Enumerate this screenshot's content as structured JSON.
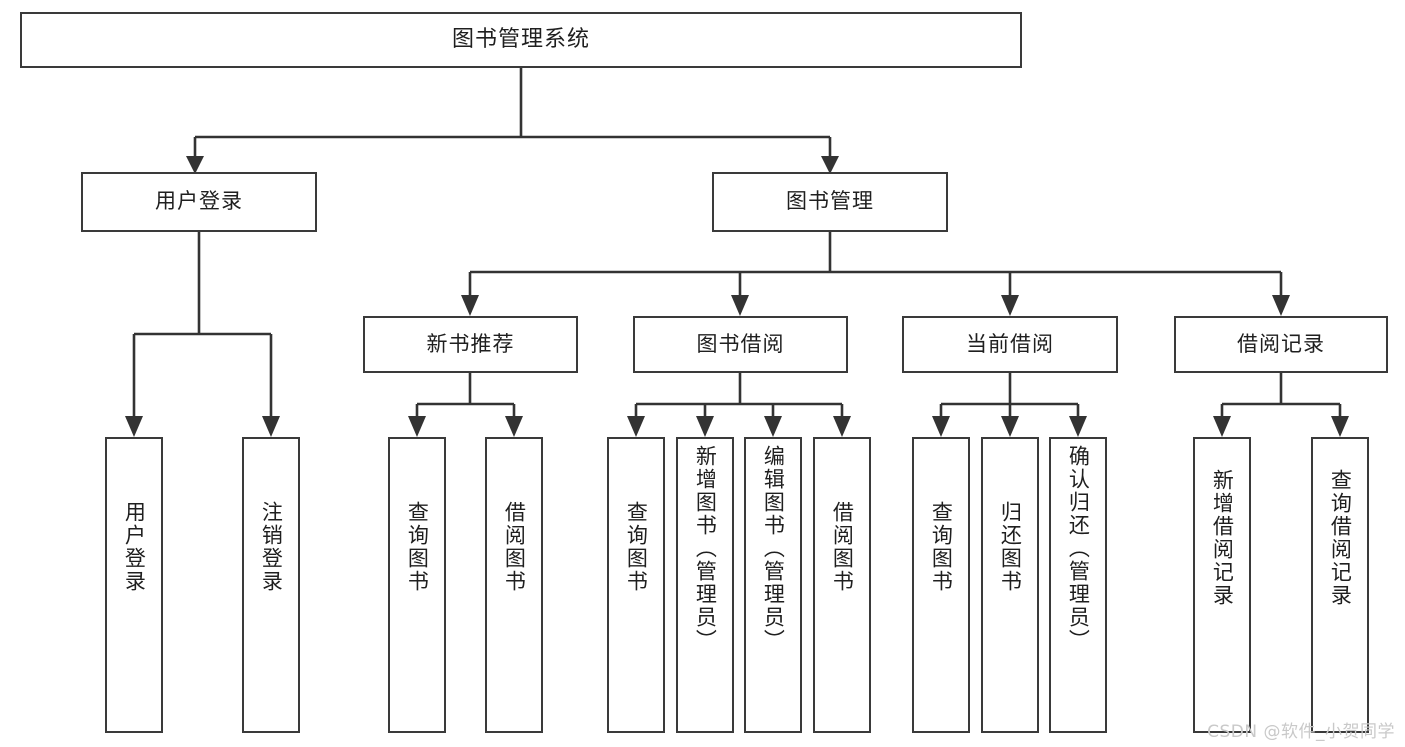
{
  "diagram": {
    "title": "图书管理系统",
    "type": "functional-structure-tree",
    "root": {
      "id": "root",
      "label": "图书管理系统"
    },
    "level1": [
      {
        "id": "user-login",
        "label": "用户登录"
      },
      {
        "id": "book-management",
        "label": "图书管理"
      }
    ],
    "level2": [
      {
        "id": "new-book-recommend",
        "label": "新书推荐",
        "parent": "book-management"
      },
      {
        "id": "book-borrow",
        "label": "图书借阅",
        "parent": "book-management"
      },
      {
        "id": "current-borrow",
        "label": "当前借阅",
        "parent": "book-management"
      },
      {
        "id": "borrow-record",
        "label": "借阅记录",
        "parent": "book-management"
      }
    ],
    "leaves": [
      {
        "id": "leaf-user-login",
        "label": "用户登录",
        "parent": "user-login"
      },
      {
        "id": "leaf-logout-login",
        "label": "注销登录",
        "parent": "user-login"
      },
      {
        "id": "leaf-query-book-1",
        "label": "查询图书",
        "parent": "new-book-recommend"
      },
      {
        "id": "leaf-borrow-book-1",
        "label": "借阅图书",
        "parent": "new-book-recommend"
      },
      {
        "id": "leaf-query-book-2",
        "label": "查询图书",
        "parent": "book-borrow"
      },
      {
        "id": "leaf-add-book",
        "label": "新增图书（管理员）",
        "parent": "book-borrow"
      },
      {
        "id": "leaf-edit-book",
        "label": "编辑图书（管理员）",
        "parent": "book-borrow"
      },
      {
        "id": "leaf-borrow-book-2",
        "label": "借阅图书",
        "parent": "book-borrow"
      },
      {
        "id": "leaf-query-book-3",
        "label": "查询图书",
        "parent": "current-borrow"
      },
      {
        "id": "leaf-return-book",
        "label": "归还图书",
        "parent": "current-borrow"
      },
      {
        "id": "leaf-confirm-return",
        "label": "确认归还（管理员）",
        "parent": "current-borrow"
      },
      {
        "id": "leaf-add-record",
        "label": "新增借阅记录",
        "parent": "borrow-record"
      },
      {
        "id": "leaf-query-record",
        "label": "查询借阅记录",
        "parent": "borrow-record"
      }
    ],
    "watermark": "CSDN @软件_小贺同学",
    "colors": {
      "box_border": "#3a3a3a",
      "box_fill": "#ffffff",
      "connector": "#333333",
      "text": "#1f1f1f",
      "watermark": "#c9c9c9",
      "background": "#ffffff"
    }
  }
}
